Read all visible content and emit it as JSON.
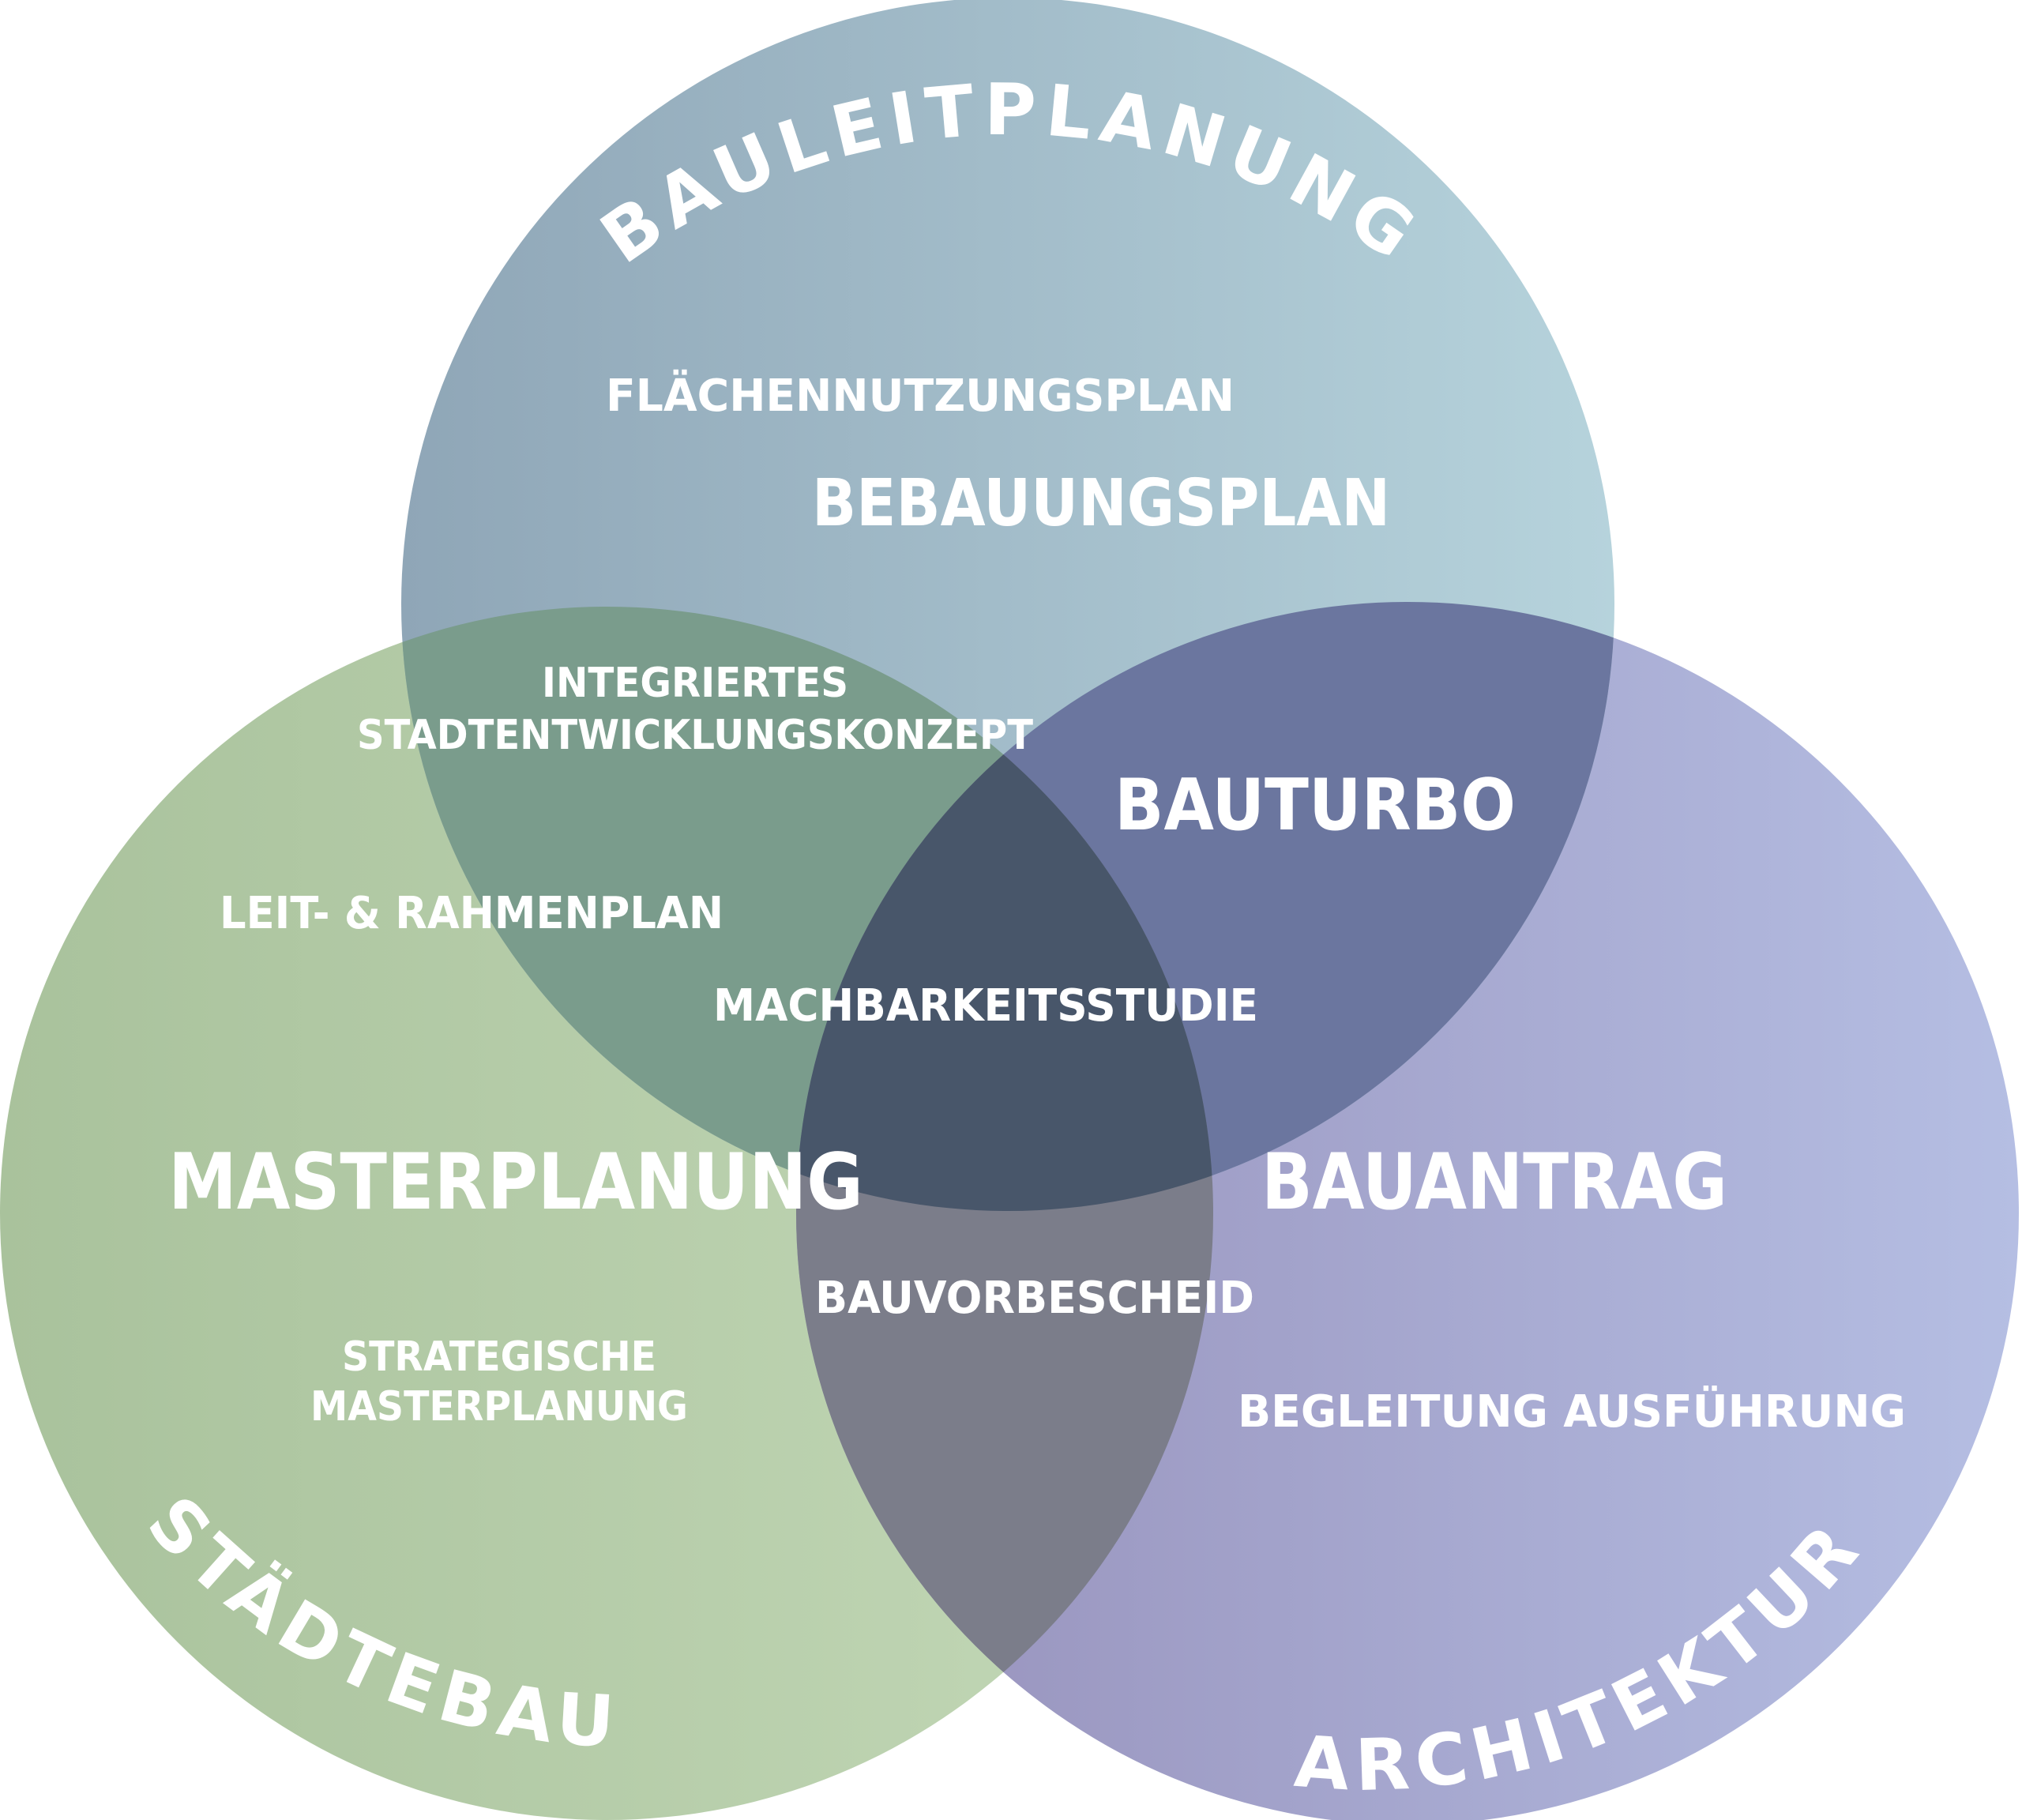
{
  "circles": {
    "top": {
      "title": "BAULEITPLANUNG",
      "color_left": "#8fa6b7",
      "color_right": "#b6d3dc"
    },
    "left": {
      "title": "STÄDTEBAU",
      "color_left": "#a9c29c",
      "color_right": "#c3d8b7"
    },
    "right": {
      "title": "ARCHITEKTUR",
      "color_left": "#9690ba",
      "color_right": "#b5bee3"
    }
  },
  "overlap_colors": {
    "top_left": "#7a9c8c",
    "top_right": "#6b769f",
    "left_right": "#7b7d8a",
    "center": "#48566a"
  },
  "labels": {
    "flaechennutzungsplan": "FLÄCHENNUTZUNGSPLAN",
    "bebauungsplan": "BEBAUUNGSPLAN",
    "isek_line1": "INTEGRIERTES",
    "isek_line2": "STADTENTWICKLUNGSKONZEPT",
    "bauturbo": "BAUTURBO",
    "leit_rahmenplan": "LEIT- & RAHMENPLAN",
    "machbarkeitsstudie": "MACHBARKEITSSTUDIE",
    "masterplanung": "MASTERPLANUNG",
    "bauantrag": "BAUANTRAG",
    "bauvorbescheid": "BAUVORBESCHEID",
    "strategische_line1": "STRATEGISCHE",
    "strategische_line2": "MASTERPLANUNG",
    "begleitung_ausfuehrung": "BEGLEITUNG AUSFÜHRUNG"
  }
}
